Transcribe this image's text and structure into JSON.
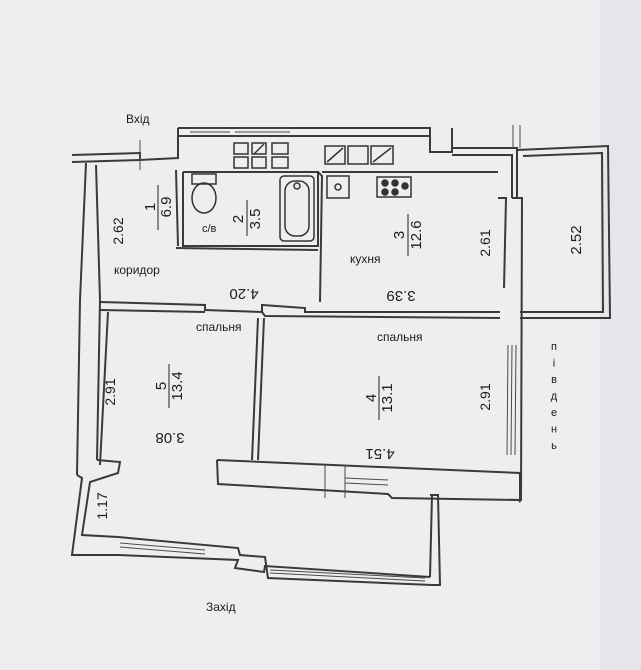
{
  "compass": {
    "entrance": "Вхід",
    "west": "Захід",
    "south_letters": [
      "п",
      "і",
      "в",
      "д",
      "е",
      "н",
      "ь"
    ]
  },
  "rooms": {
    "corridor": {
      "number": "1",
      "area": "6.9",
      "name": "коридор",
      "height_dim": "2.62",
      "width_dim": "4.20"
    },
    "bathroom": {
      "number": "2",
      "area": "3.5",
      "name": "с/в"
    },
    "kitchen": {
      "number": "3",
      "area": "12.6",
      "name": "кухня",
      "height_dim": "2.61",
      "width_dim": "3.39",
      "balcony_dim": "2.52"
    },
    "bedroom_right": {
      "number": "4",
      "area": "13.1",
      "name": "спальня",
      "height_dim": "2.91",
      "width_dim": "4.51"
    },
    "bedroom_left": {
      "number": "5",
      "area": "13.4",
      "name": "спальня",
      "height_dim": "2.91",
      "width_dim": "3.08",
      "balcony_dim": "1.17"
    }
  },
  "colors": {
    "wall": "#3a3a3a",
    "paper": "#efeff1",
    "text": "#1c1c1c"
  }
}
